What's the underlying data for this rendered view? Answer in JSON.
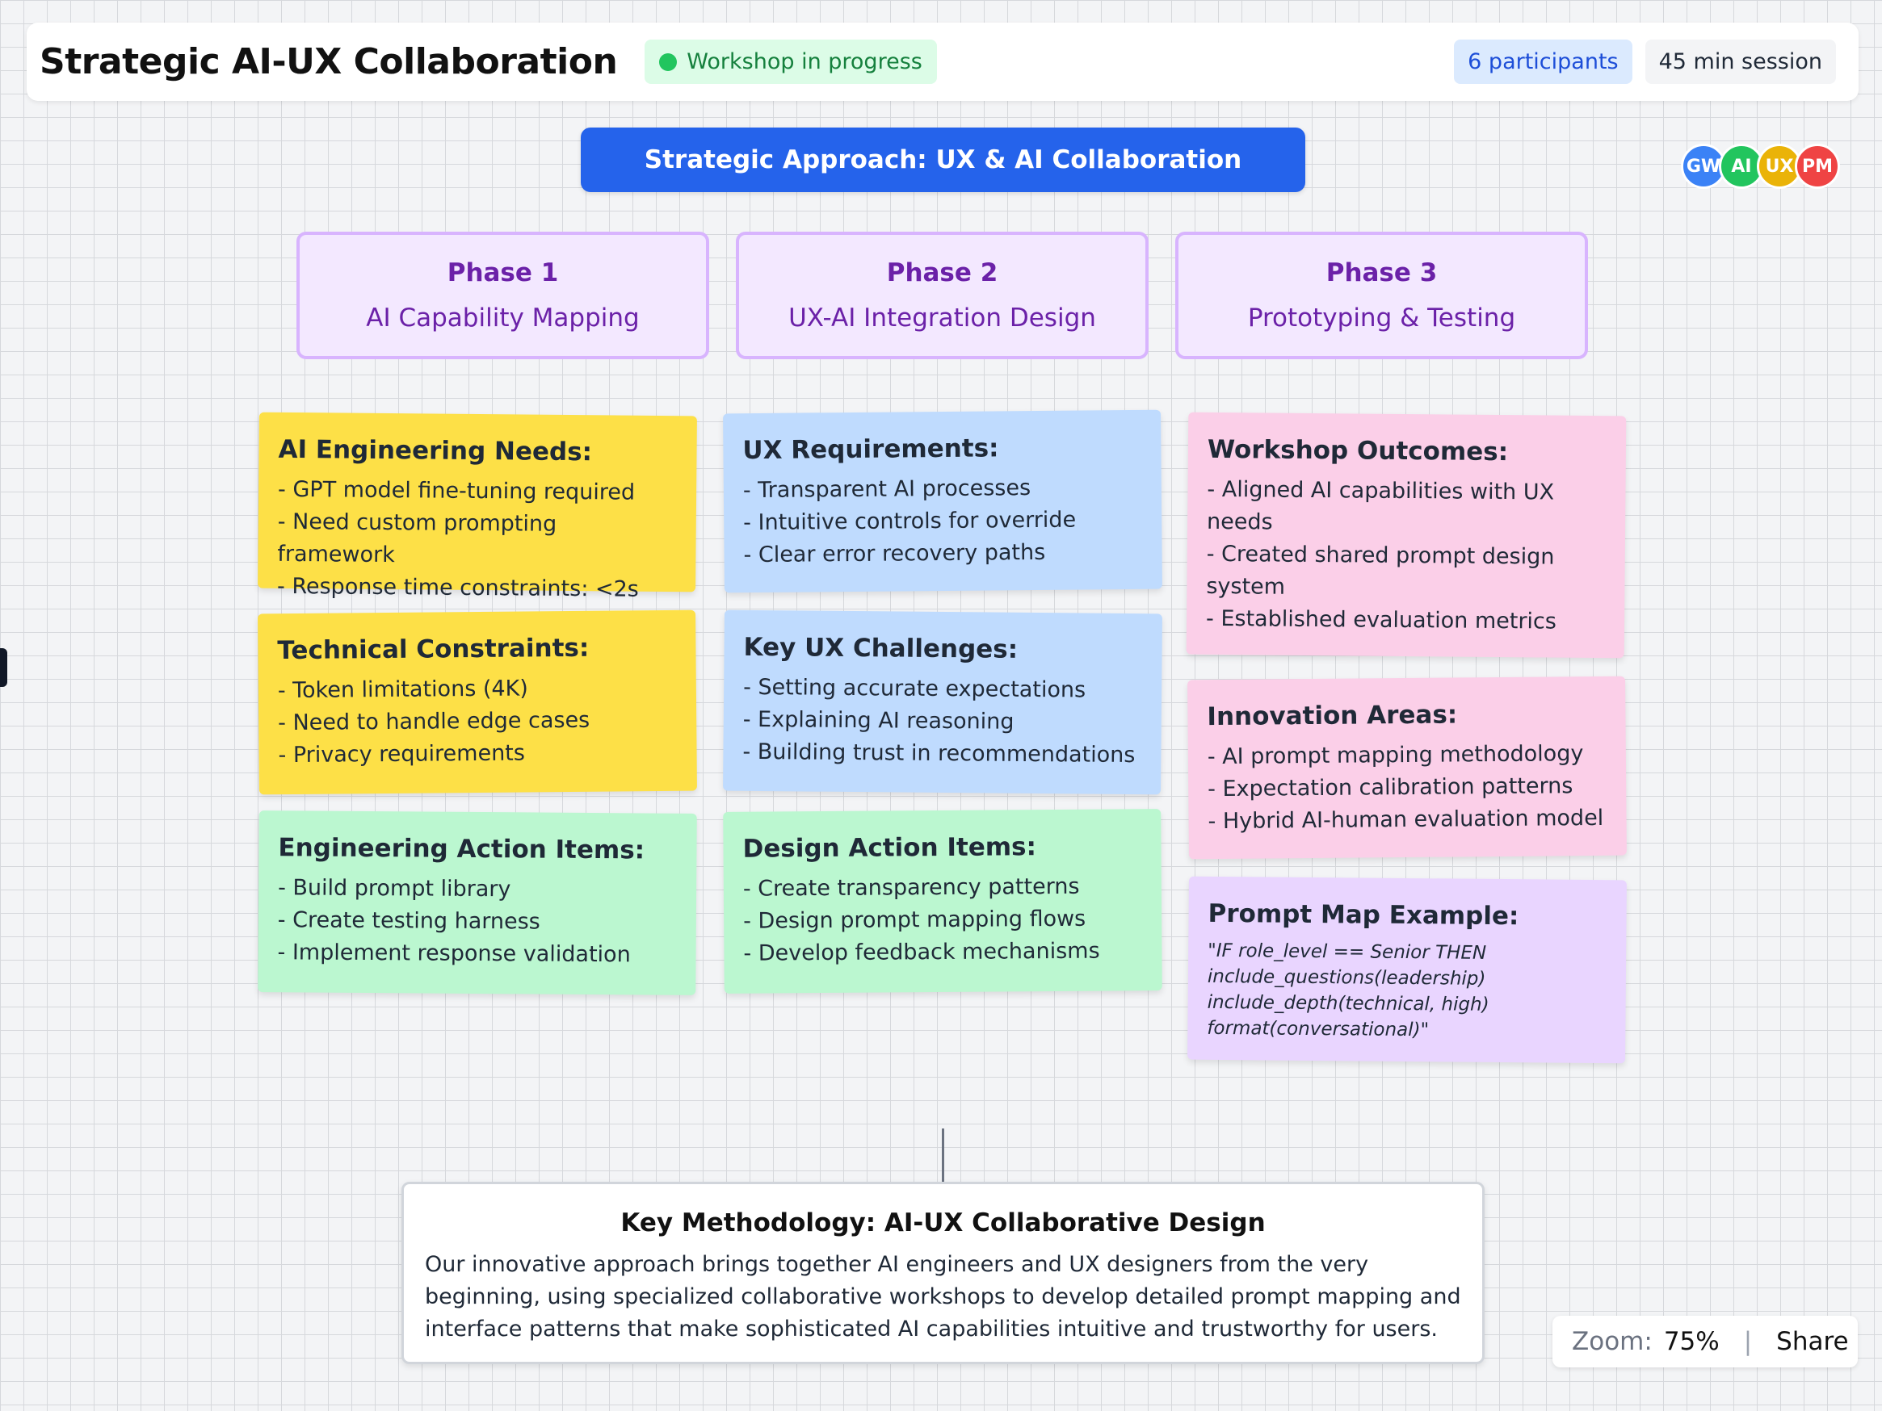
{
  "header": {
    "title": "Strategic AI-UX Collaboration",
    "status": "Workshop in progress",
    "participants": "6 participants",
    "session": "45 min session"
  },
  "banner": "Strategic Approach: UX & AI Collaboration",
  "avatars": [
    {
      "initials": "GW",
      "color": "#3b82f6"
    },
    {
      "initials": "AI",
      "color": "#22c55e"
    },
    {
      "initials": "UX",
      "color": "#eab308"
    },
    {
      "initials": "PM",
      "color": "#ef4444"
    }
  ],
  "phases": [
    {
      "num": "Phase 1",
      "name": "AI Capability Mapping"
    },
    {
      "num": "Phase 2",
      "name": "UX-AI Integration Design"
    },
    {
      "num": "Phase 3",
      "name": "Prototyping & Testing"
    }
  ],
  "notes": {
    "ai_engineering": {
      "title": "AI Engineering Needs:",
      "items": [
        "- GPT model fine-tuning required",
        "- Need custom prompting framework",
        "- Response time constraints: <2s"
      ]
    },
    "technical_constraints": {
      "title": "Technical Constraints:",
      "items": [
        "- Token limitations (4K)",
        "- Need to handle edge cases",
        "- Privacy requirements"
      ]
    },
    "engineering_actions": {
      "title": "Engineering Action Items:",
      "items": [
        "- Build prompt library",
        "- Create testing harness",
        "- Implement response validation"
      ]
    },
    "ux_requirements": {
      "title": "UX Requirements:",
      "items": [
        "- Transparent AI processes",
        "- Intuitive controls for override",
        "- Clear error recovery paths"
      ]
    },
    "ux_challenges": {
      "title": "Key UX Challenges:",
      "items": [
        "- Setting accurate expectations",
        "- Explaining AI reasoning",
        "- Building trust in recommendations"
      ]
    },
    "design_actions": {
      "title": "Design Action Items:",
      "items": [
        "- Create transparency patterns",
        "- Design prompt mapping flows",
        "- Develop feedback mechanisms"
      ]
    },
    "workshop_outcomes": {
      "title": "Workshop Outcomes:",
      "items": [
        "- Aligned AI capabilities with UX needs",
        "- Created shared prompt design system",
        "- Established evaluation metrics"
      ]
    },
    "innovation_areas": {
      "title": "Innovation Areas:",
      "items": [
        "- AI prompt mapping methodology",
        "- Expectation calibration patterns",
        "- Hybrid AI-human evaluation model"
      ]
    },
    "prompt_map": {
      "title": "Prompt Map Example:",
      "lines": [
        "\"IF role_level == Senior THEN",
        "include_questions(leadership)",
        "include_depth(technical, high)",
        "format(conversational)\""
      ]
    }
  },
  "methodology": {
    "title": "Key Methodology: AI-UX Collaborative Design",
    "body": "Our innovative approach brings together AI engineers and UX designers from the very beginning, using specialized collaborative workshops to develop detailed prompt mapping and interface patterns that make sophisticated AI capabilities intuitive and trustworthy for users."
  },
  "zoom": {
    "label": "Zoom:",
    "value": "75%",
    "separator": "|",
    "share": "Share"
  }
}
